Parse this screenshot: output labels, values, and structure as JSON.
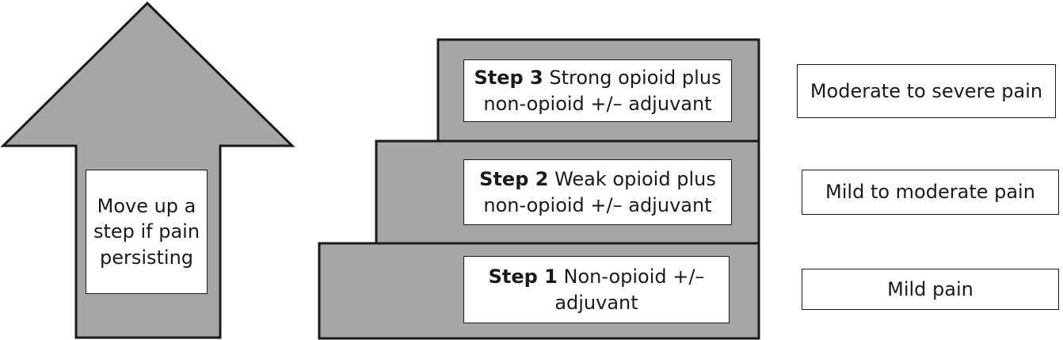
{
  "colors": {
    "fill": "#a6a6a6",
    "stroke": "#1a1a1a",
    "box_background": "#ffffff"
  },
  "arrow": {
    "label": "Move up a step if pain persisting"
  },
  "steps": [
    {
      "step": "Step 1",
      "description": "Non-opioid +/– adjuvant",
      "pain_level": "Mild pain"
    },
    {
      "step": "Step 2",
      "description": "Weak opioid plus non-opioid +/– adjuvant",
      "pain_level": "Mild to moderate pain"
    },
    {
      "step": "Step 3",
      "description": "Strong opioid plus non-opioid +/– adjuvant",
      "pain_level": "Moderate to severe pain"
    }
  ]
}
